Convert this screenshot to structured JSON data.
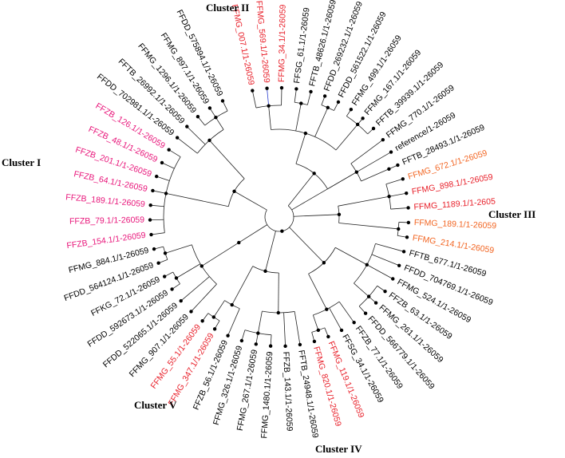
{
  "colors": {
    "default": "#000000",
    "pink": "#e8157a",
    "red": "#e8202a",
    "orange": "#f26522",
    "highlight_branch": "#2a3fd0"
  },
  "clusters": [
    {
      "label": "Cluster I"
    },
    {
      "label": "Cluster II"
    },
    {
      "label": "Cluster III"
    },
    {
      "label": "Cluster IV"
    },
    {
      "label": "Cluster V"
    }
  ],
  "leaves": [
    {
      "label": "FFMG_007.1/1-26059",
      "color": "red"
    },
    {
      "label": "FFMG_569.1/1-26059",
      "color": "red"
    },
    {
      "label": "FFMG_34.1/1-26059",
      "color": "red"
    },
    {
      "label": "FFSG_61.1/1-26059",
      "color": "default"
    },
    {
      "label": "FFTB_48626.1/1-26059",
      "color": "default"
    },
    {
      "label": "FFDD_269232.1/1-26059",
      "color": "default"
    },
    {
      "label": "FFDD_561522.1/1-26059",
      "color": "default"
    },
    {
      "label": "FFMG_499.1/1-26059",
      "color": "default"
    },
    {
      "label": "FFMG_167.1/1-26059",
      "color": "default"
    },
    {
      "label": "FFTB_39939.1/1-26059",
      "color": "default"
    },
    {
      "label": "FFMG_770.1/1-26059",
      "color": "default"
    },
    {
      "label": "reference/1-26059",
      "color": "default"
    },
    {
      "label": "FFTB_28493.1/1-26059",
      "color": "default"
    },
    {
      "label": "FFMG_672.1/1-26059",
      "color": "orange"
    },
    {
      "label": "FFMG_898.1/1-26059",
      "color": "red"
    },
    {
      "label": "FFMG_1189.1/1-2605",
      "color": "red"
    },
    {
      "label": "FFMG_189.1/1-26059",
      "color": "orange"
    },
    {
      "label": "FFMG_214.1/1-26059",
      "color": "orange"
    },
    {
      "label": "FFTB_677.1/1-26059",
      "color": "default"
    },
    {
      "label": "FFDD_704769.1/1-26059",
      "color": "default"
    },
    {
      "label": "FFMG_524.1/1-26059",
      "color": "default"
    },
    {
      "label": "FFZB_63.1/1-26059",
      "color": "default"
    },
    {
      "label": "FFMG_261.1/1-26059",
      "color": "default"
    },
    {
      "label": "FFDD_566779.1/1-26059",
      "color": "default"
    },
    {
      "label": "FFZB_77.1/1-26059",
      "color": "default"
    },
    {
      "label": "FFSG_34.1/1-26059",
      "color": "default"
    },
    {
      "label": "FFMG_119.1/1-26059",
      "color": "red"
    },
    {
      "label": "FFMG_820.1/1-26059",
      "color": "red"
    },
    {
      "label": "FFTB_24948.1/1-26059",
      "color": "default"
    },
    {
      "label": "FFZB_143.1/1-26059",
      "color": "default"
    },
    {
      "label": "FFMG_1480.1/1-26059",
      "color": "default"
    },
    {
      "label": "FFMG_267.1/1-26059",
      "color": "default"
    },
    {
      "label": "FFMG_326.1/1-26059",
      "color": "default"
    },
    {
      "label": "FFZB_56.1/1-26059",
      "color": "default"
    },
    {
      "label": "FFMG_347.1/1-26059",
      "color": "red"
    },
    {
      "label": "FFMG_55.1/1-26059",
      "color": "red"
    },
    {
      "label": "FFMG_907.1/1-26059",
      "color": "default"
    },
    {
      "label": "FFDD_522065.1/1-26059",
      "color": "default"
    },
    {
      "label": "FFDD_592673.1/1-26059",
      "color": "default"
    },
    {
      "label": "FFKG_72.1/1-26059",
      "color": "default"
    },
    {
      "label": "FFDD_564124.1/1-26059",
      "color": "default"
    },
    {
      "label": "FFMG_884.1/1-26059",
      "color": "default"
    },
    {
      "label": "FFZB_154.1/1-26059",
      "color": "pink"
    },
    {
      "label": "FFZB_79.1/1-26059",
      "color": "pink"
    },
    {
      "label": "FFZB_189.1/1-26059",
      "color": "pink"
    },
    {
      "label": "FFZB_64.1/1-26059",
      "color": "pink"
    },
    {
      "label": "FFZB_201.1/1-26059",
      "color": "pink"
    },
    {
      "label": "FFZB_48.1/1-26059",
      "color": "pink"
    },
    {
      "label": "FFZB_126.1/1-26059",
      "color": "pink"
    },
    {
      "label": "FFDD_702981.1/1-26059",
      "color": "default"
    },
    {
      "label": "FFTB_26992.1/1-26059",
      "color": "default"
    },
    {
      "label": "FFMG_1296.1/1-26059",
      "color": "default"
    },
    {
      "label": "FFMG_897.1/1-26059",
      "color": "default"
    },
    {
      "label": "FFDD_575894.1/1-26059",
      "color": "default"
    }
  ]
}
